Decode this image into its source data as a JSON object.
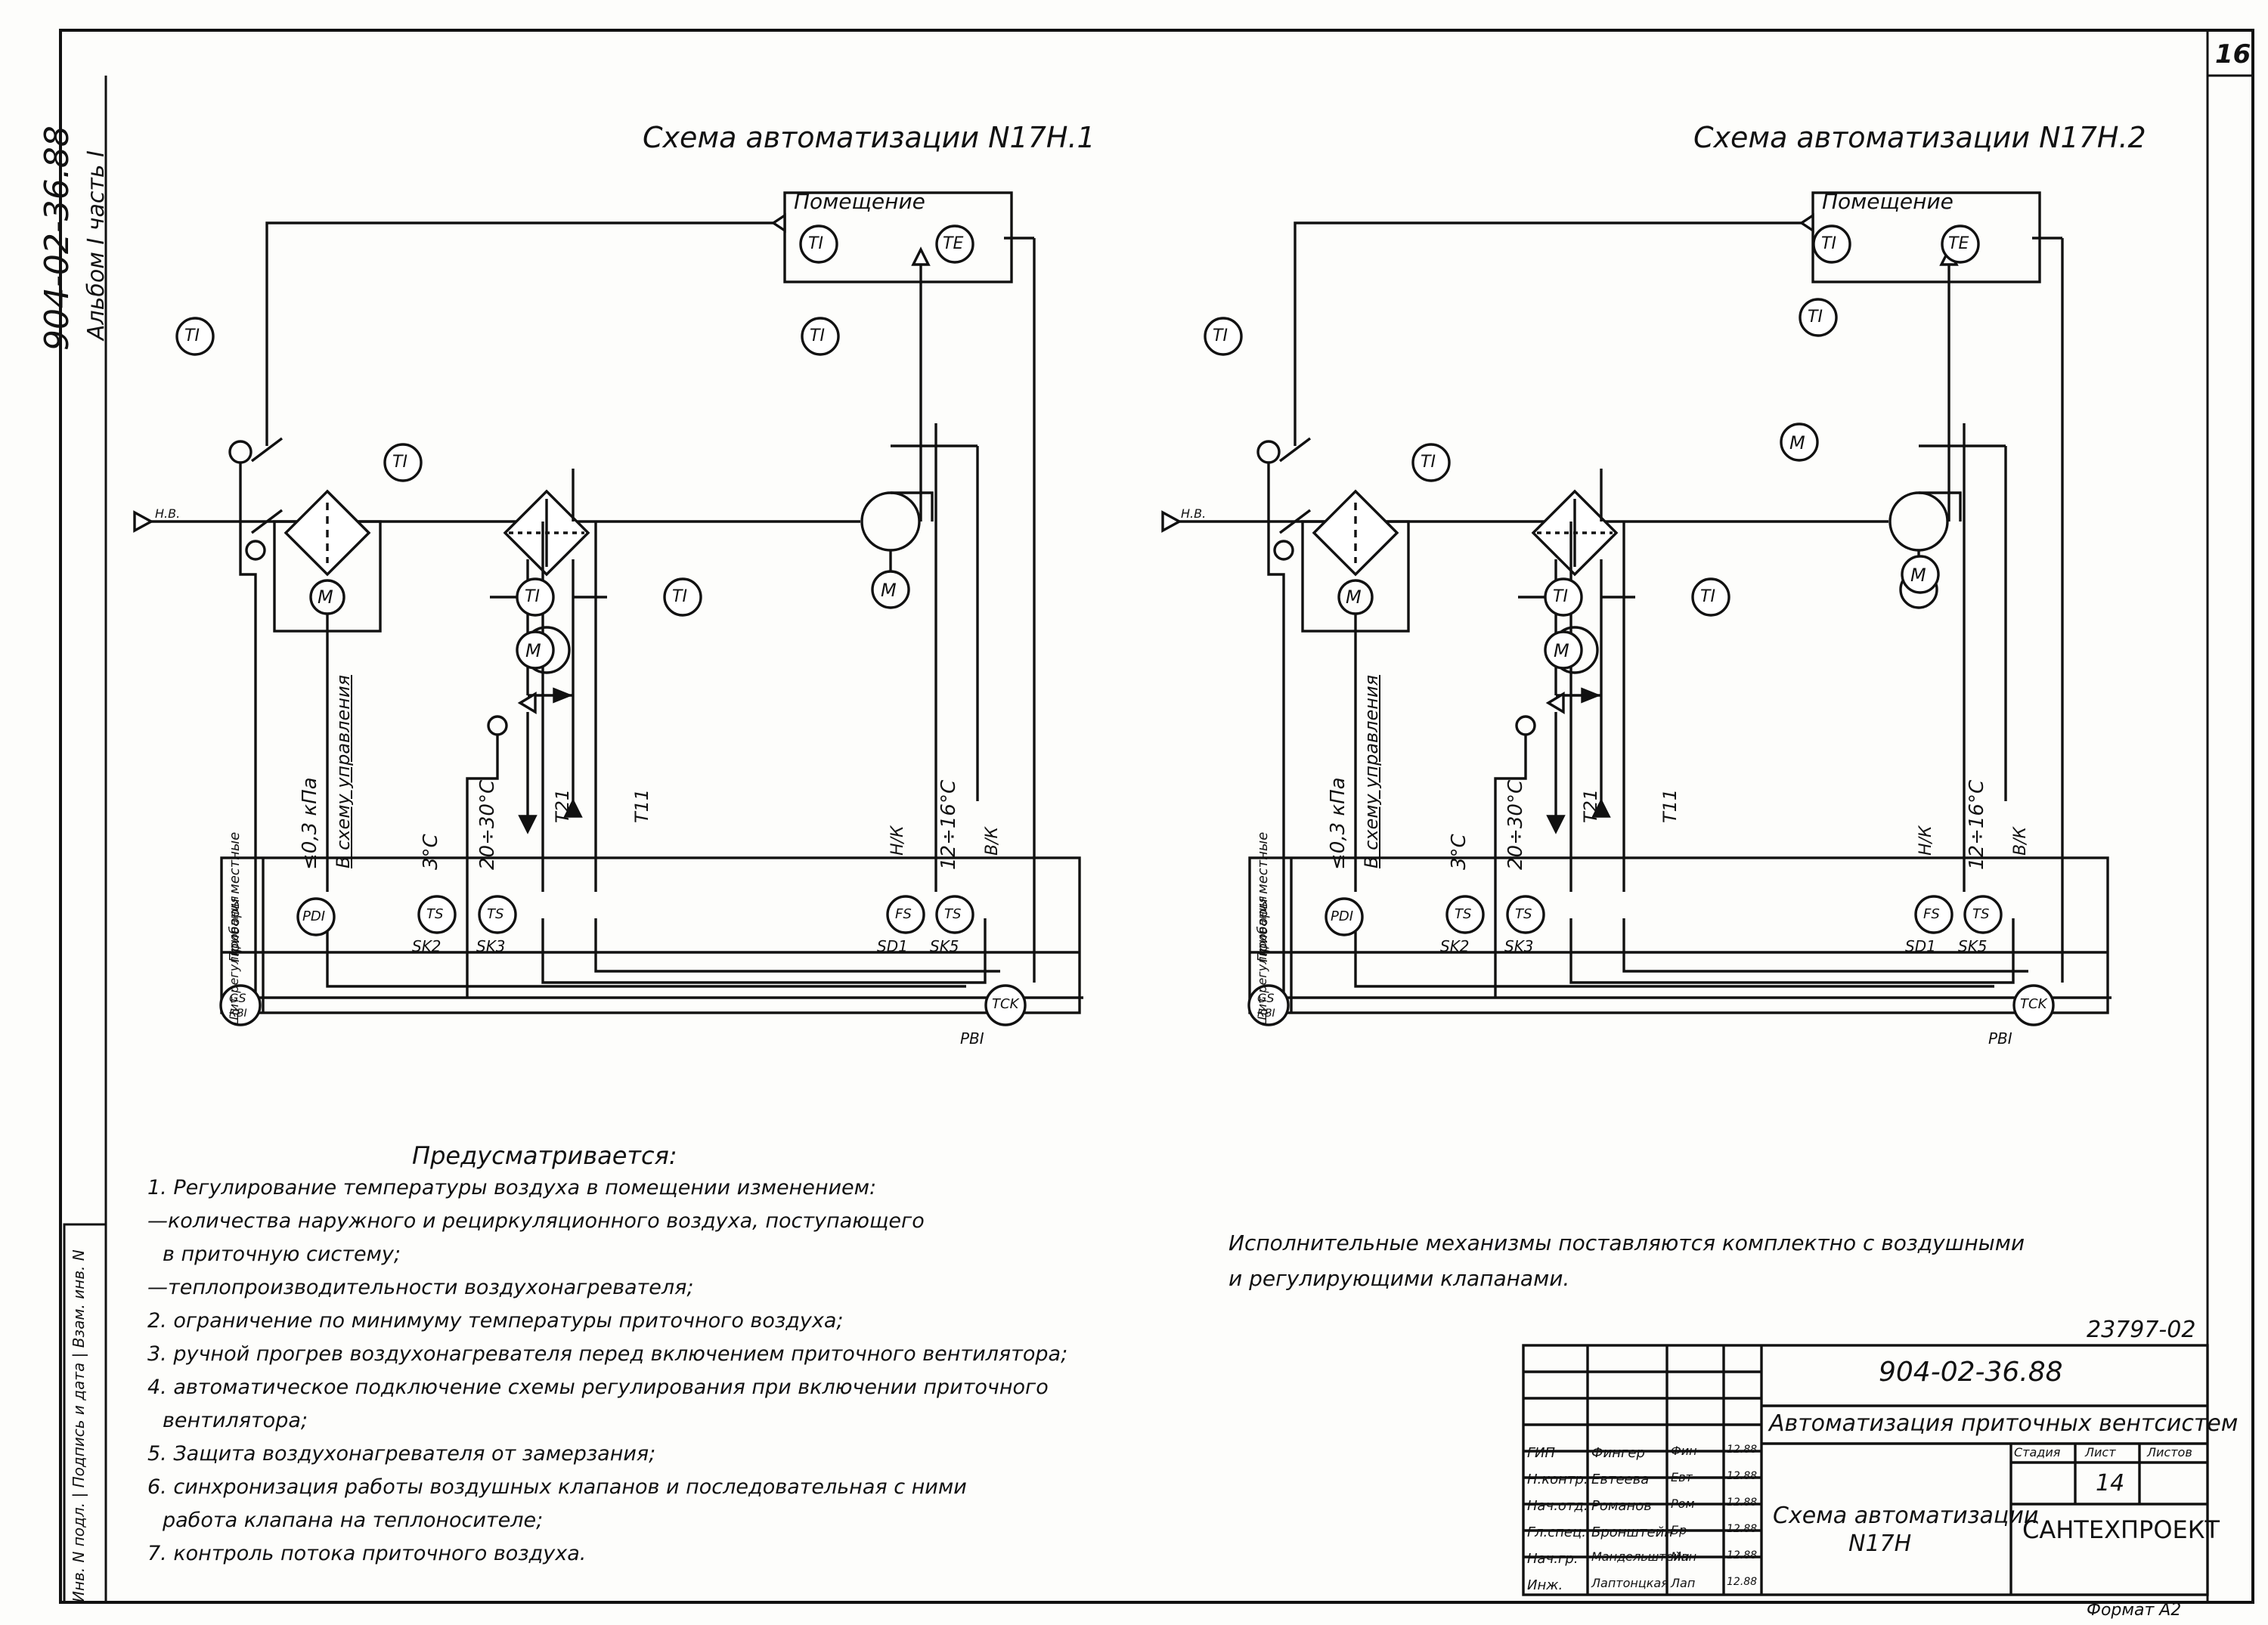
{
  "sheet": {
    "number": "16",
    "format": "Формат А2",
    "code_side": "904-02-36.88",
    "album": "Альбом I часть I",
    "stamp": "23797-02"
  },
  "schemes": [
    {
      "title": "Схема автоматизации N17H.1",
      "room": "Помещение",
      "inlet": "Н.В."
    },
    {
      "title": "Схема автоматизации N17H.2",
      "room": "Помещение",
      "inlet": "Н.В."
    }
  ],
  "labels": {
    "ti": "TI",
    "te": "TE",
    "m": "M",
    "pdi": "PDI",
    "ts": "TS",
    "fs": "FS",
    "gs": "GS",
    "kbi": "КВI",
    "tck": "TCK",
    "pbi": "PBI",
    "sk2": "SK2",
    "sk3": "SK3",
    "sk5": "SK5",
    "sd1": "SD1",
    "t21": "T21",
    "t11": "T11",
    "pressure": "≤0,3 кПа",
    "control": "В схему управления",
    "t3": "3°С",
    "t2030": "20÷30°С",
    "t1216": "12÷16°С",
    "nk": "Н/К",
    "vk": "В/К",
    "row_local": "Приборы местные",
    "row_board": "Щит регулирования"
  },
  "notes_head": "Предусматривается:",
  "notes": [
    "1. Регулирование температуры воздуха в помещении изменением:",
    "—количества наружного и рециркуляционного воздуха, поступающего",
    "в приточную систему;",
    "—теплопроизводительности воздухонагревателя;",
    "2. ограничение по минимуму температуры приточного воздуха;",
    "3. ручной прогрев воздухонагревателя перед включением приточного вентилятора;",
    "4. автоматическое подключение схемы регулирования при включении приточного",
    "вентилятора;",
    "5. Защита воздухонагревателя от замерзания;",
    "6. синхронизация работы воздушных клапанов и последовательная с ними",
    "работа клапана на теплоносителе;",
    "7. контроль потока приточного воздуха."
  ],
  "right_note": [
    "Исполнительные механизмы поставляются комплектно с воздушными",
    "и регулирующими клапанами."
  ],
  "title_block": {
    "code": "904-02-36.88",
    "subject": "Автоматизация приточных вентсистем",
    "sheet_title": [
      "Схема автоматизации",
      "N17H"
    ],
    "org": "САНТЕХПРОЕКТ",
    "stage": "Стадия",
    "sheet": "Лист",
    "sheets": "Листов",
    "sheet_no": "14",
    "staff": [
      {
        "role": "ГИП",
        "name": "Фингер",
        "sign": "Фин",
        "date": "12.88"
      },
      {
        "role": "Н.контр.",
        "name": "Евтеева",
        "sign": "Евт",
        "date": "12.88"
      },
      {
        "role": "Нач.отд.",
        "name": "Романов",
        "sign": "Ром",
        "date": "12.88"
      },
      {
        "role": "Гл.спец.",
        "name": "Бронштейн",
        "sign": "Бр",
        "date": "12.88"
      },
      {
        "role": "Нач.гр.",
        "name": "Мандельштейн",
        "sign": "Ман",
        "date": "12.88"
      },
      {
        "role": "Инж.",
        "name": "Лаптонцкая",
        "sign": "Лап",
        "date": "12.88"
      }
    ]
  },
  "margin_strip": "Инв. N подл. | Подпись и дата | Взам. инв. N"
}
